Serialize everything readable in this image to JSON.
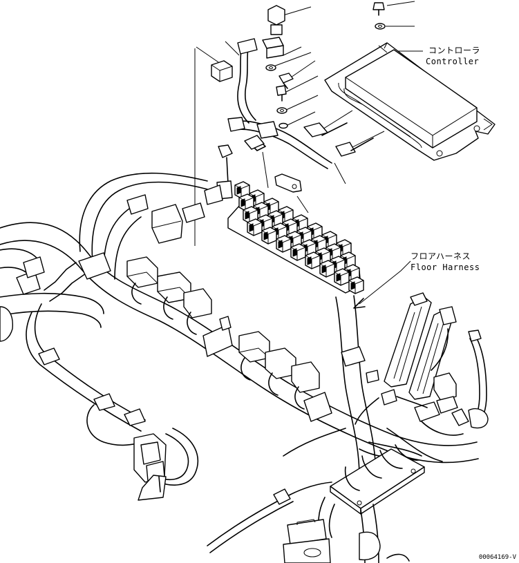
{
  "labels": {
    "controller_jp": "コントローラ",
    "controller_en": "Controller",
    "floor_harness_jp": "フロアハーネス",
    "floor_harness_en": "Floor Harness"
  },
  "drawing_code": "00064169-V"
}
